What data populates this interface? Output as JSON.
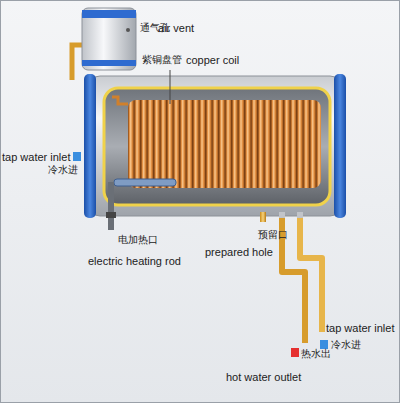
{
  "diagram": {
    "labels": [
      "通气孔",
      "air vent",
      "紫铜盘管",
      "copper coil",
      "tap water inlet",
      "冷水进",
      "电加热口",
      "electric heating rod",
      "预留口",
      "prepared hole",
      "tap water inlet",
      "冷水进",
      "热水出",
      "hot water outlet"
    ]
  }
}
